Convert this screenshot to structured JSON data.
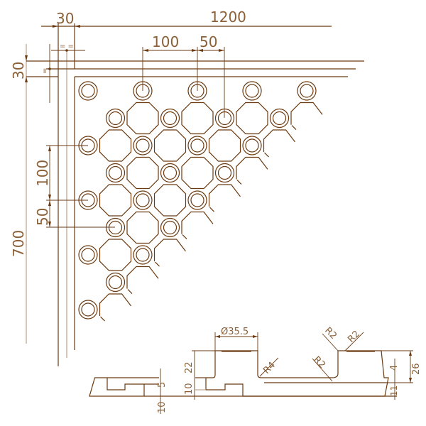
{
  "plan_dimensions": {
    "overall_width": "1200",
    "margin_x": "30",
    "margin_y": "30",
    "overall_height": "700",
    "pitch_x": "100",
    "half_pitch_x": "50",
    "pitch_y": "100",
    "half_pitch_y": "50",
    "equal_x": "= =",
    "equal_y": "="
  },
  "section_dimensions": {
    "diameter": "Ø35.5",
    "radius_r4": "R4",
    "radius_r2_a": "R2",
    "radius_r2_b": "R2",
    "radius_r2_c": "R2",
    "height_22": "22",
    "height_10_main": "10",
    "height_26": "26",
    "height_4": "4",
    "height_11": "11",
    "edge_5": "5",
    "edge_10": "10"
  },
  "colors": {
    "line": "#6b3a10",
    "light_line": "#b9a18a",
    "text": "#8a6038"
  }
}
